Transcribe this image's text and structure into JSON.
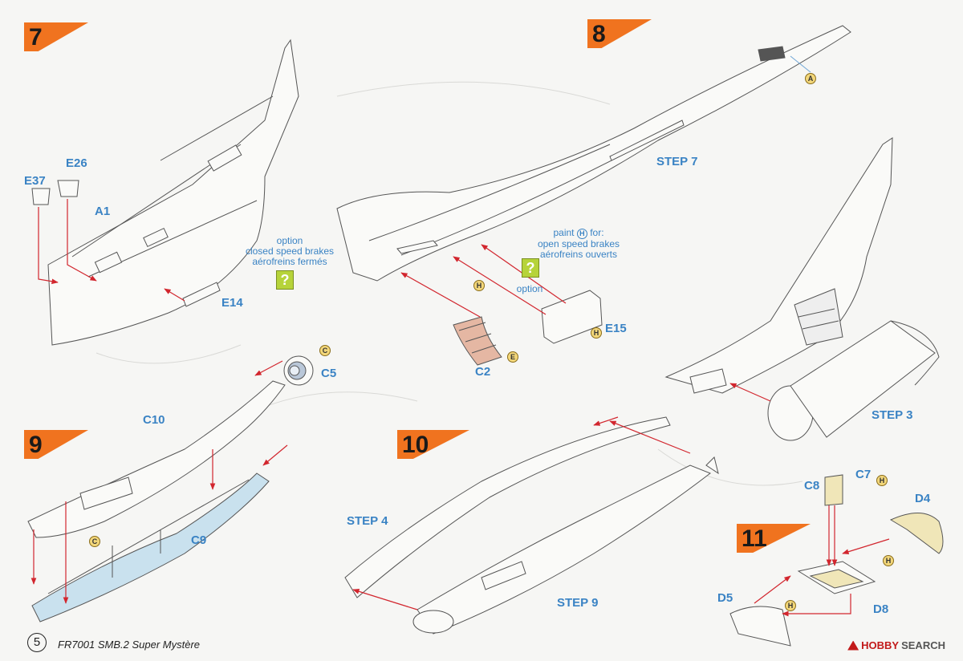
{
  "steps": {
    "s7": "7",
    "s8": "8",
    "s9": "9",
    "s10": "10",
    "s11": "11"
  },
  "parts": {
    "e37": "E37",
    "e26": "E26",
    "a1": "A1",
    "e14": "E14",
    "c5": "C5",
    "c10": "C10",
    "c9": "C9",
    "c2": "C2",
    "e15": "E15",
    "c7": "C7",
    "c8": "C8",
    "d4": "D4",
    "d5": "D5",
    "d8": "D8"
  },
  "step_refs": {
    "step7": "STEP 7",
    "step3": "STEP 3",
    "step4": "STEP 4",
    "step9": "STEP 9"
  },
  "notes": {
    "option_closed": [
      "option",
      "closed speed brakes",
      "aérofreins fermés"
    ],
    "paint_prefix": "paint",
    "paint_suffix": "for:",
    "paint_lines": [
      "open speed brakes",
      "aérofreins ouverts"
    ],
    "option": "option",
    "question_mark": "?"
  },
  "paint_codes": {
    "A": "A",
    "C": "C",
    "E": "E",
    "H": "H"
  },
  "footer": {
    "page_number": "5",
    "product": "FR7001 SMB.2 Super Mystère"
  },
  "watermark": {
    "first": "HOBBY",
    "second": "SEARCH"
  },
  "colors": {
    "step_flag": "#f0731f",
    "label": "#3a83c4",
    "arrow": "#d2262e",
    "line": "#555555",
    "question_box": "#b6d33a",
    "paint_tag": "#f3d77a",
    "exhaust_fill": "#c9e1ee",
    "speedbrake_fill": "#e5b7a3"
  }
}
